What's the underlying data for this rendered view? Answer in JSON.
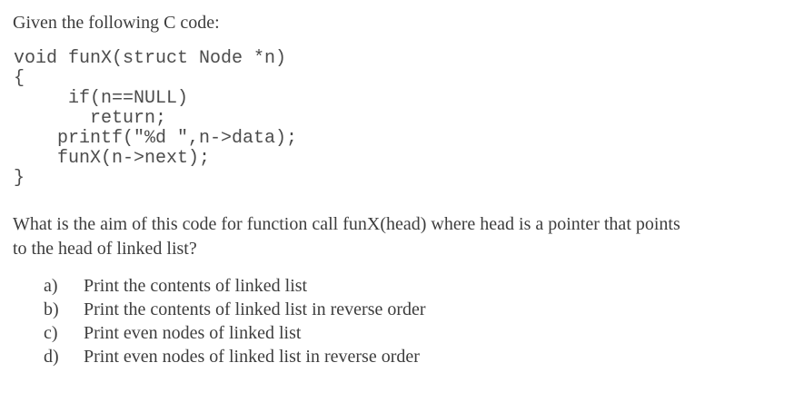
{
  "page": {
    "background": "#ffffff",
    "text_color": "#3d3d3d",
    "code_color": "#4c4c4c"
  },
  "question": {
    "intro": "Given the following C code:",
    "code_lines": [
      "void funX(struct Node *n)",
      "{",
      "     if(n==NULL)",
      "       return;",
      "    printf(\"%d \",n->data);",
      "    funX(n->next);",
      "}"
    ],
    "prompt_lines": [
      "What is the aim of this code for function call funX(head) where head is a pointer that points",
      "to the head of linked list?"
    ],
    "prompt_full": "What is the aim of this code for function call funX(head) where head is a pointer that points to the head of linked list?",
    "options": [
      {
        "marker": "a)",
        "label": "Print the contents of linked list"
      },
      {
        "marker": "b)",
        "label": "Print the contents of linked list in reverse order"
      },
      {
        "marker": "c)",
        "label": "Print even nodes of linked list"
      },
      {
        "marker": "d)",
        "label": "Print even nodes of linked list in reverse order"
      }
    ]
  }
}
